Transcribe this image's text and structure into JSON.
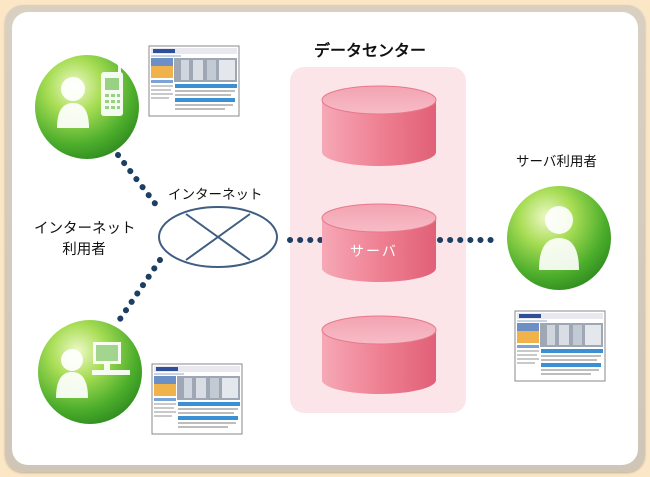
{
  "labels": {
    "datacenter": "データセンター",
    "server_users": "サーバ利用者",
    "internet": "インターネット",
    "internet_users_line1": "インターネット",
    "internet_users_line2": "利用者",
    "server": "サーバ"
  },
  "icons": {
    "user_top": "user-with-mobile-phone",
    "user_bottom": "user-with-computer",
    "user_right": "user",
    "website": "website-screenshot",
    "database": "database-cylinder",
    "network": "internet-ellipse"
  },
  "colors": {
    "background": "#fbe7c6",
    "panel": "#ffffff",
    "datacenter_zone": "#fce5e9",
    "cylinder": "#ee7084",
    "dots": "#1d3f63",
    "user_circle": "#55b52f"
  }
}
